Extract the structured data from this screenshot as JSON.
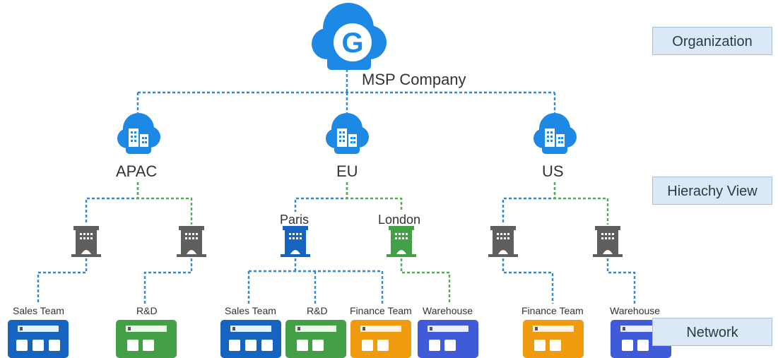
{
  "organization": {
    "name": "MSP Company",
    "logo_letter": "G",
    "logo_color": "#1e88e5"
  },
  "regions": [
    {
      "label": "APAC"
    },
    {
      "label": "EU"
    },
    {
      "label": "US"
    }
  ],
  "sites": [
    {
      "label": ""
    },
    {
      "label": ""
    },
    {
      "label": "Paris"
    },
    {
      "label": "London"
    },
    {
      "label": ""
    },
    {
      "label": ""
    }
  ],
  "networks": [
    {
      "label": "Sales Team",
      "color": "#1565c0",
      "ports": 3
    },
    {
      "label": "R&D",
      "color": "#43a047",
      "ports": 2
    },
    {
      "label": "Sales Team",
      "color": "#1565c0",
      "ports": 3
    },
    {
      "label": "R&D",
      "color": "#43a047",
      "ports": 2
    },
    {
      "label": "Finance Team",
      "color": "#f09a0d",
      "ports": 2
    },
    {
      "label": "Warehouse",
      "color": "#3f5bd8",
      "ports": 2
    },
    {
      "label": "Finance Team",
      "color": "#f09a0d",
      "ports": 2
    },
    {
      "label": "Warehouse",
      "color": "#3f5bd8",
      "ports": 2
    }
  ],
  "tiers": {
    "organization": "Organization",
    "hierarchy": "Hierachy View",
    "network": "Network"
  },
  "colors": {
    "cloud": "#1e88e5",
    "building_gray": "#5f5f5f",
    "building_blue": "#1565c0",
    "building_green": "#43a047",
    "link_blue": "#2e88d8",
    "link_green": "#4caf50"
  },
  "icons": [
    "cloud-logo-icon",
    "cloud-building-icon",
    "building-icon",
    "switch-icon"
  ]
}
